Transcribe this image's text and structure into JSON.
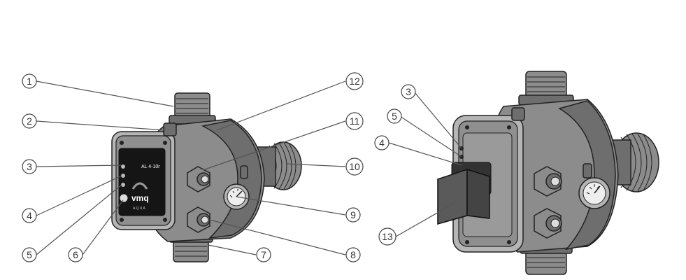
{
  "model_label": "AL 4-10r",
  "brand_text": "vmq",
  "brand_sub": "A Q U A",
  "callouts_left": [
    {
      "id": "1",
      "label": "1"
    },
    {
      "id": "2",
      "label": "2"
    },
    {
      "id": "3",
      "label": "3"
    },
    {
      "id": "4",
      "label": "4"
    },
    {
      "id": "5",
      "label": "5"
    },
    {
      "id": "6",
      "label": "6"
    },
    {
      "id": "7",
      "label": "7"
    },
    {
      "id": "8",
      "label": "8"
    },
    {
      "id": "9",
      "label": "9"
    },
    {
      "id": "10",
      "label": "10"
    },
    {
      "id": "11",
      "label": "11"
    },
    {
      "id": "12",
      "label": "12"
    }
  ],
  "callouts_right": [
    {
      "id": "3",
      "label": "3"
    },
    {
      "id": "5",
      "label": "5"
    },
    {
      "id": "4",
      "label": "4"
    },
    {
      "id": "13",
      "label": "13"
    }
  ]
}
